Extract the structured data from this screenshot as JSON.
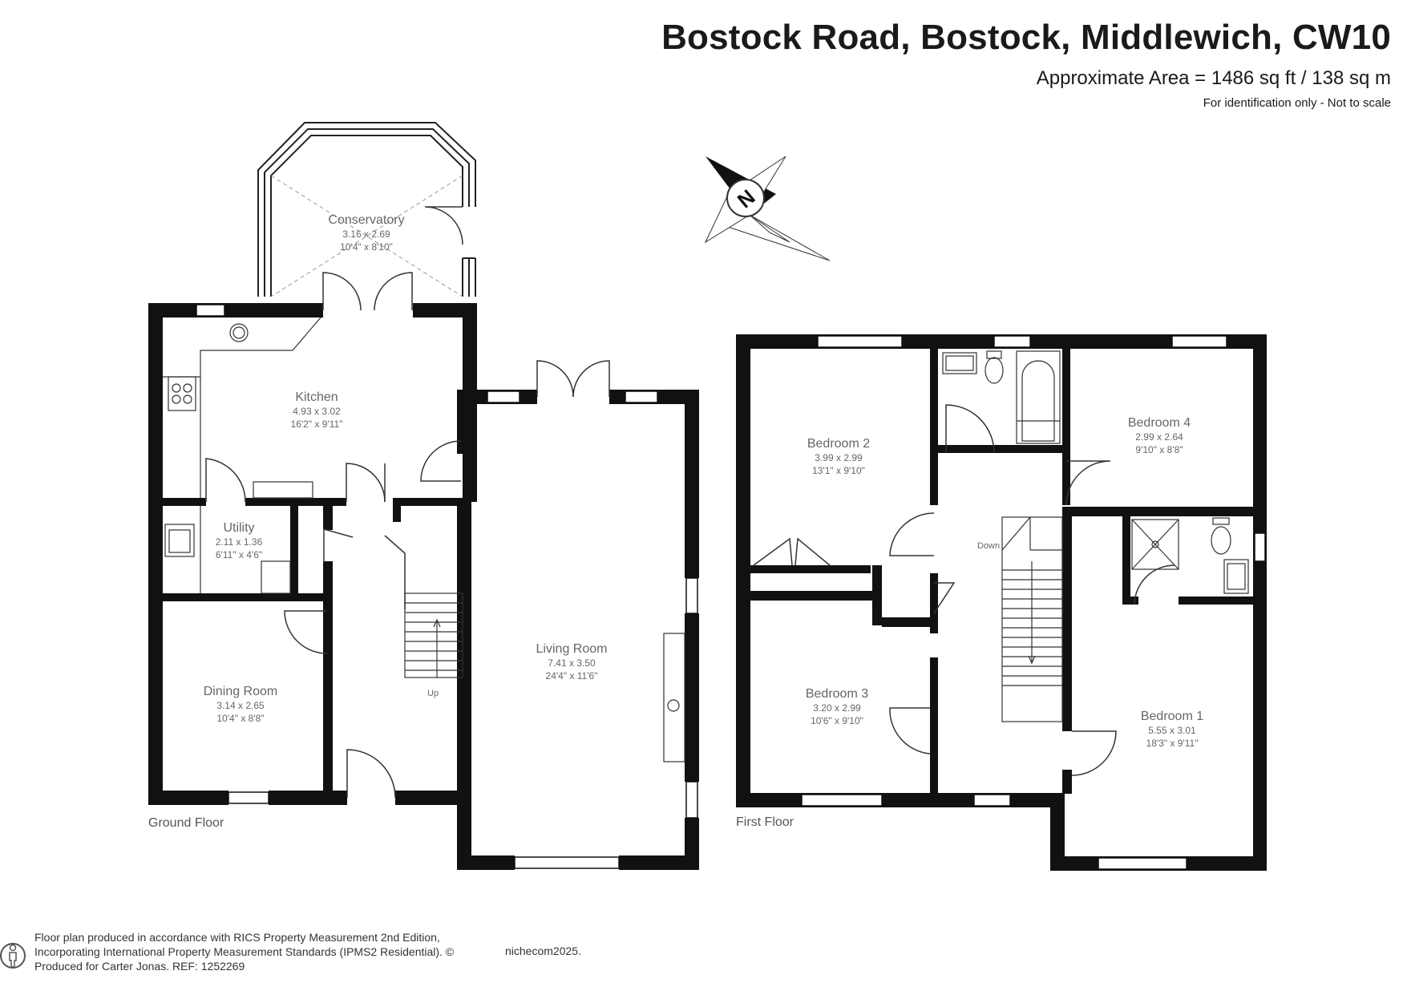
{
  "header": {
    "title": "Bostock Road, Bostock, Middlewich, CW10",
    "area": "Approximate Area = 1486 sq ft / 138 sq m",
    "note": "For identification only - Not to scale"
  },
  "compass": {
    "label": "N"
  },
  "floors": {
    "ground": {
      "label": "Ground Floor",
      "rooms": [
        {
          "name": "Conservatory",
          "metric": "3.16 x 2.69",
          "imperial": "10'4\" x 8'10\""
        },
        {
          "name": "Kitchen",
          "metric": "4.93 x 3.02",
          "imperial": "16'2\" x 9'11\""
        },
        {
          "name": "Utility",
          "metric": "2.11 x 1.36",
          "imperial": "6'11\" x 4'6\""
        },
        {
          "name": "Dining Room",
          "metric": "3.14 x 2.65",
          "imperial": "10'4\" x 8'8\""
        },
        {
          "name": "Living Room",
          "metric": "7.41 x 3.50",
          "imperial": "24'4\" x 11'6\""
        }
      ],
      "stair_label": "Up"
    },
    "first": {
      "label": "First Floor",
      "rooms": [
        {
          "name": "Bedroom 2",
          "metric": "3.99 x 2.99",
          "imperial": "13'1\" x 9'10\""
        },
        {
          "name": "Bedroom 4",
          "metric": "2.99 x 2.64",
          "imperial": "9'10\" x 8'8\""
        },
        {
          "name": "Bedroom 3",
          "metric": "3.20 x 2.99",
          "imperial": "10'6\" x 9'10\""
        },
        {
          "name": "Bedroom 1",
          "metric": "5.55 x 3.01",
          "imperial": "18'3\" x 9'11\""
        }
      ],
      "stair_label": "Down"
    }
  },
  "footer": {
    "line1": "Floor plan produced in accordance with RICS Property Measurement 2nd Edition,",
    "line2": "Incorporating International Property Measurement Standards (IPMS2 Residential).  ©",
    "line3": "Produced for Carter Jonas.   REF: 1252269",
    "brand": "nichecom",
    "year": "2025."
  },
  "colors": {
    "wall": "#111111",
    "text_room": "#666666",
    "title": "#1a1a1a"
  }
}
